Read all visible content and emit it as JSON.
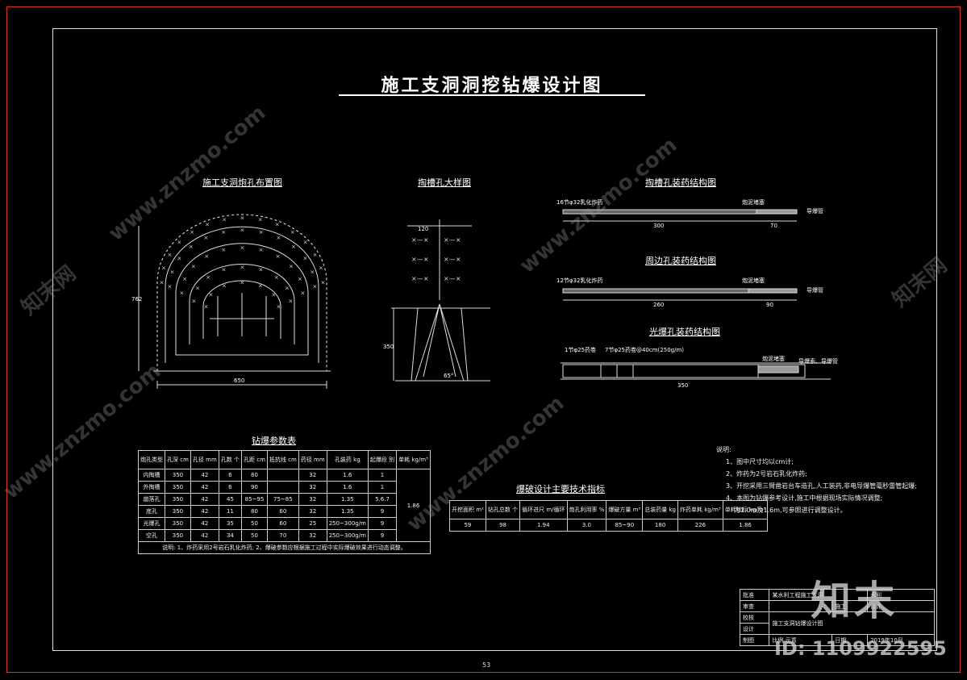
{
  "drawing": {
    "title": "施工支洞洞挖钻爆设计图",
    "page_number": "53",
    "notes_heading": "说明:",
    "notes": [
      "1、图中尺寸均以cm计;",
      "2、炸药为2号岩石乳化炸药;",
      "3、开挖采用三臂凿岩台车造孔,人工装药,非电导爆管毫秒雷管起爆;",
      "4、本图为钻爆参考设计,施工中根据现场实际情况调整;",
      "为1.0m及1.6m,可参照进行调整设计。"
    ]
  },
  "views": {
    "face_layout_title": "施工支洞炮孔布置图",
    "cut_detail_title": "掏槽孔大样图",
    "cut_charge_title": "掏槽孔装药结构图",
    "perimeter_charge_title": "周边孔装药结构图",
    "smooth_charge_title": "光爆孔装药结构图",
    "face_dims": {
      "width": "650",
      "height": "762"
    },
    "cut_dims": {
      "spacing": "120",
      "depth": "350",
      "angle": "65°"
    },
    "charge_labels": {
      "cut_explosive": "16节φ32乳化炸药",
      "stemming": "炮泥堵塞",
      "detonator": "导爆管",
      "cut_len": "300",
      "stem_len": "70",
      "perim_explosive": "12节φ32乳化炸药",
      "perim_len": "260",
      "stem_len2": "90",
      "smooth_a": "1节φ25药卷",
      "smooth_b": "7节φ25药卷@40cm(250g/m)",
      "smooth_stem": "炮泥堵塞",
      "smooth_det": "导爆索、导爆管",
      "smooth_len": "350"
    }
  },
  "drill_table": {
    "title": "钻爆参数表",
    "headers": [
      "炮孔类型",
      "孔深 cm",
      "孔径 mm",
      "孔数 个",
      "孔距 cm",
      "抵抗线 cm",
      "药径 mm",
      "孔装药 kg",
      "起爆段 别",
      "单耗 kg/m³"
    ],
    "rows": [
      [
        "内掏槽",
        "350",
        "42",
        "6",
        "80",
        "",
        "32",
        "1.6",
        "1"
      ],
      [
        "外掏槽",
        "350",
        "42",
        "6",
        "90",
        "",
        "32",
        "1.6",
        "1"
      ],
      [
        "崩落孔",
        "350",
        "42",
        "45",
        "85~95",
        "75~85",
        "32",
        "1.35",
        "5.6.7"
      ],
      [
        "底孔",
        "350",
        "42",
        "11",
        "80",
        "60",
        "32",
        "1.35",
        "9"
      ],
      [
        "光爆孔",
        "350",
        "42",
        "35",
        "50",
        "60",
        "25",
        "250~300g/m",
        "9"
      ],
      [
        "空孔",
        "350",
        "42",
        "34",
        "50",
        "70",
        "32",
        "250~300g/m",
        "9"
      ]
    ],
    "unit_consumption": "1.86",
    "footnote": "说明: 1、炸药采用2号岩石乳化炸药; 2、爆破参数应根据施工过程中实际爆破效果进行动态调整。"
  },
  "tech_table": {
    "title": "爆破设计主要技术指标",
    "headers": [
      "开挖面积 m²",
      "钻孔总数 个",
      "循环进尺 m/循环",
      "炮孔利用率 %",
      "爆破方量 m³",
      "总装药量 kg",
      "炸药单耗 kg/m³",
      "单耗指标 kg/m³"
    ],
    "values": [
      "59",
      "98",
      "1.94",
      "3.0",
      "85~90",
      "180",
      "226",
      "1.86"
    ]
  },
  "title_block": {
    "approve": "批准",
    "review": "审查",
    "check": "校核",
    "design": "设计",
    "draw": "制图",
    "project": "某水利工程施工支洞",
    "phase_label": "施工",
    "stage": "设计",
    "dept": "水利",
    "drawing_name": "施工支洞钻爆设计图",
    "scale_label": "比例",
    "scale": "示意",
    "date_label": "日期",
    "date": "2019年10月"
  },
  "watermarks": {
    "site": "www.znzmo.com",
    "brand": "知末网",
    "logo": "知末",
    "id": "ID: 1109922595"
  }
}
